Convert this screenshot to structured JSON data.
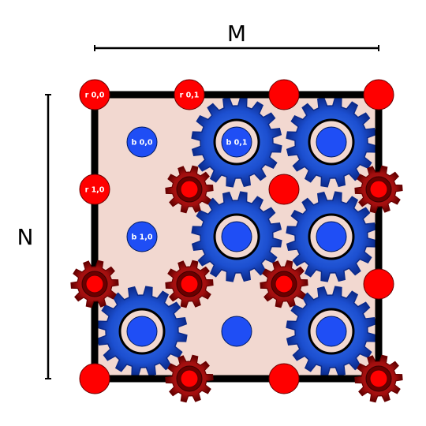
{
  "labels": {
    "width_label": "M",
    "height_label": "N"
  },
  "colors": {
    "background": "#ffffff",
    "board_fill": "#f2d8d0",
    "border": "#000000",
    "red_circle": "#ff0000",
    "red_gear": "#b01010",
    "red_gear_dark": "#6a0000",
    "blue_circle": "#1f4ef5",
    "blue_gear_light": "#2f62e0",
    "blue_gear_dark": "#0b2a8a"
  },
  "grid": {
    "rows": 4,
    "cols": 4,
    "red_nodes": [
      {
        "row": 0,
        "col": 0,
        "kind": "circle",
        "label": "r 0,0"
      },
      {
        "row": 0,
        "col": 1,
        "kind": "circle",
        "label": "r 0,1"
      },
      {
        "row": 0,
        "col": 2,
        "kind": "circle",
        "label": ""
      },
      {
        "row": 0,
        "col": 3,
        "kind": "circle",
        "label": ""
      },
      {
        "row": 1,
        "col": 0,
        "kind": "circle",
        "label": "r 1,0"
      },
      {
        "row": 1,
        "col": 1,
        "kind": "gear",
        "label": ""
      },
      {
        "row": 1,
        "col": 2,
        "kind": "circle",
        "label": ""
      },
      {
        "row": 1,
        "col": 3,
        "kind": "gear",
        "label": ""
      },
      {
        "row": 2,
        "col": 0,
        "kind": "gear",
        "label": ""
      },
      {
        "row": 2,
        "col": 1,
        "kind": "gear",
        "label": ""
      },
      {
        "row": 2,
        "col": 2,
        "kind": "gear",
        "label": ""
      },
      {
        "row": 2,
        "col": 3,
        "kind": "circle",
        "label": ""
      },
      {
        "row": 3,
        "col": 0,
        "kind": "circle",
        "label": ""
      },
      {
        "row": 3,
        "col": 1,
        "kind": "gear",
        "label": ""
      },
      {
        "row": 3,
        "col": 2,
        "kind": "circle",
        "label": ""
      },
      {
        "row": 3,
        "col": 3,
        "kind": "gear",
        "label": ""
      }
    ],
    "blue_nodes": [
      {
        "row": 0,
        "col": 0,
        "kind": "circle",
        "label": "b 0,0"
      },
      {
        "row": 0,
        "col": 1,
        "kind": "gear",
        "label": "b 0,1"
      },
      {
        "row": 0,
        "col": 2,
        "kind": "gear",
        "label": ""
      },
      {
        "row": 1,
        "col": 0,
        "kind": "circle",
        "label": "b 1,0"
      },
      {
        "row": 1,
        "col": 1,
        "kind": "gear",
        "label": ""
      },
      {
        "row": 1,
        "col": 2,
        "kind": "gear",
        "label": ""
      },
      {
        "row": 2,
        "col": 0,
        "kind": "gear",
        "label": ""
      },
      {
        "row": 2,
        "col": 1,
        "kind": "circle",
        "label": ""
      },
      {
        "row": 2,
        "col": 2,
        "kind": "gear",
        "label": ""
      }
    ]
  }
}
